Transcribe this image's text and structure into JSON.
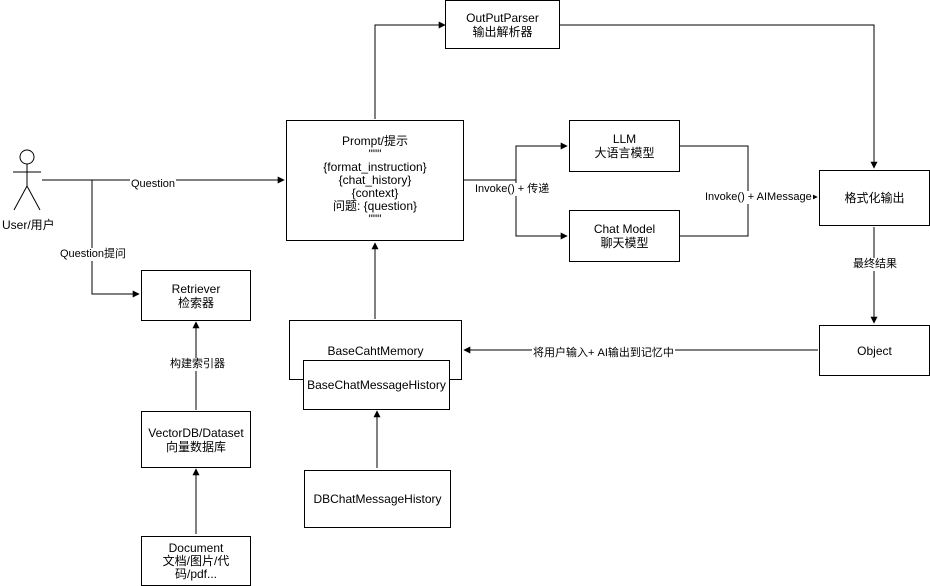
{
  "actor": {
    "label": "User/用户"
  },
  "nodes": {
    "output_parser": {
      "lines": [
        "OutPutParser",
        "输出解析器"
      ]
    },
    "prompt": {
      "lines": [
        "Prompt/提示",
        "\"\"\"",
        "{format_instruction}",
        "{chat_history}",
        "{context}",
        "问题: {question}",
        "\"\"\""
      ]
    },
    "llm": {
      "lines": [
        "LLM",
        "大语言模型"
      ]
    },
    "chat_model": {
      "lines": [
        "Chat Model",
        "聊天模型"
      ]
    },
    "format_output": {
      "lines": [
        "格式化输出"
      ]
    },
    "object": {
      "lines": [
        "Object"
      ]
    },
    "retriever": {
      "lines": [
        "Retriever",
        "检索器"
      ]
    },
    "vectordb": {
      "lines": [
        "VectorDB/Dataset",
        "向量数据库"
      ]
    },
    "document": {
      "lines": [
        "Document",
        "文档/图片/代",
        "码/pdf..."
      ]
    },
    "memory": {
      "lines": [
        "BaseCahtMemory"
      ]
    },
    "message_history": {
      "lines": [
        "BaseChatMessageHistory"
      ]
    },
    "db_history": {
      "lines": [
        "DBChatMessageHistory"
      ]
    }
  },
  "edges": {
    "question": "Question",
    "question_ask": "Question提问",
    "invoke_pass": "Invoke() + 传递",
    "invoke_aimessage": "Invoke() + AIMessage",
    "final_result": "最终结果",
    "save_memory": "将用户输入+ AI输出到记忆中",
    "build_index": "构建索引器"
  }
}
